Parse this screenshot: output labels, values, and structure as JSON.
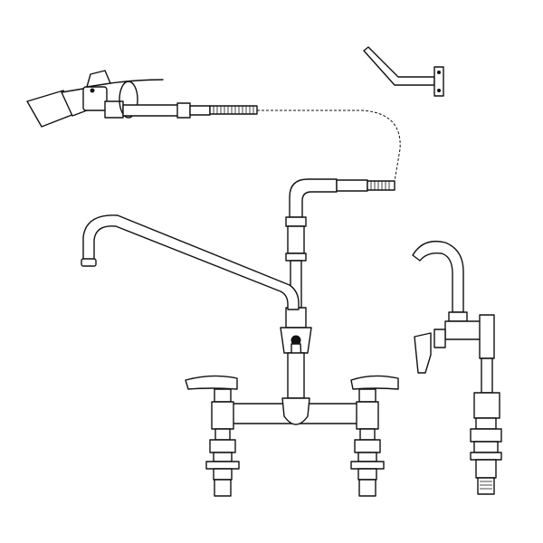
{
  "diagram": {
    "components": [
      "spray-valve",
      "hose",
      "wall-bracket",
      "riser",
      "swing-spout",
      "deck-mount-faucet",
      "add-on-faucet"
    ],
    "colors": {
      "line": "#111111",
      "background": "#ffffff"
    }
  }
}
